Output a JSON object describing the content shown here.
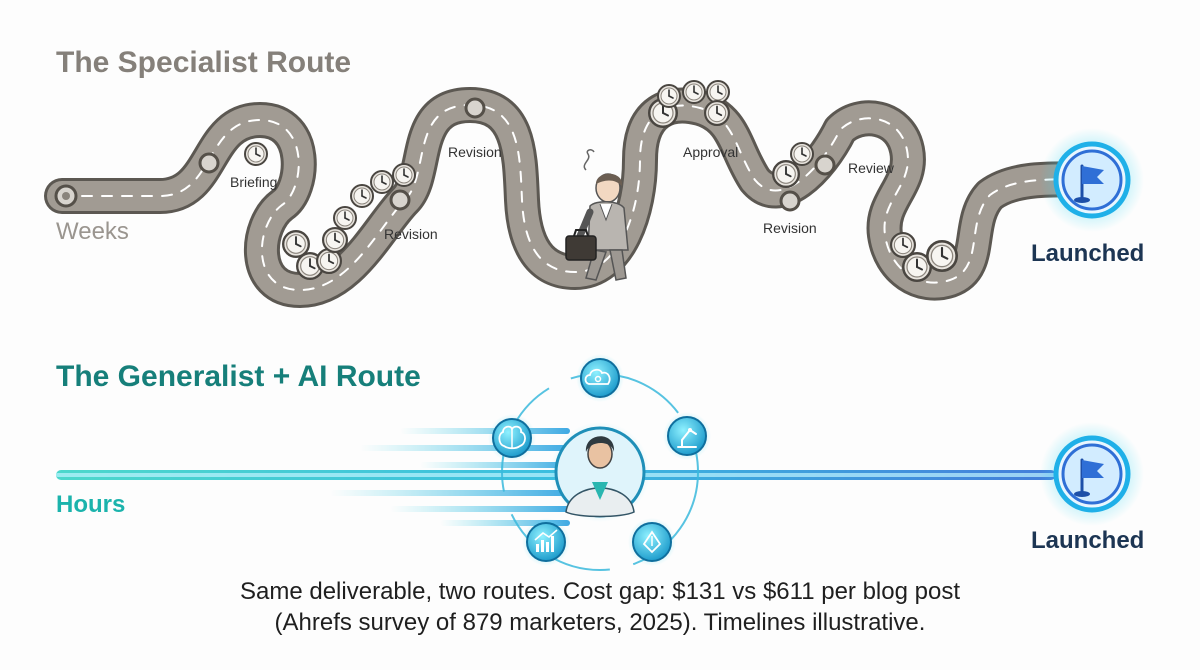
{
  "specialist": {
    "title": "The Specialist Route",
    "speed_label": "Weeks",
    "end_label": "Launched",
    "milestones": [
      "Briefing",
      "Revision",
      "Revision",
      "Approval",
      "Revision",
      "Review"
    ]
  },
  "generalist": {
    "title": "The Generalist + AI Route",
    "speed_label": "Hours",
    "end_label": "Launched",
    "tool_icons": [
      "cloud-gear-icon",
      "robot-arm-icon",
      "pen-tool-icon",
      "chart-icon",
      "brain-icon"
    ]
  },
  "caption": {
    "line1": "Same deliverable, two routes. Cost gap: $131 vs $611 per blog post",
    "line2": "(Ahrefs survey of 879 marketers, 2025). Timelines illustrative."
  },
  "colors": {
    "road": "#a19b93",
    "road_edge": "#5c5852",
    "specialist_title": "#85807a",
    "generalist_title": "#167f7a",
    "teal": "#22c1c3",
    "launched_text": "#1c3553",
    "flag_blue": "#2f6fd6"
  }
}
